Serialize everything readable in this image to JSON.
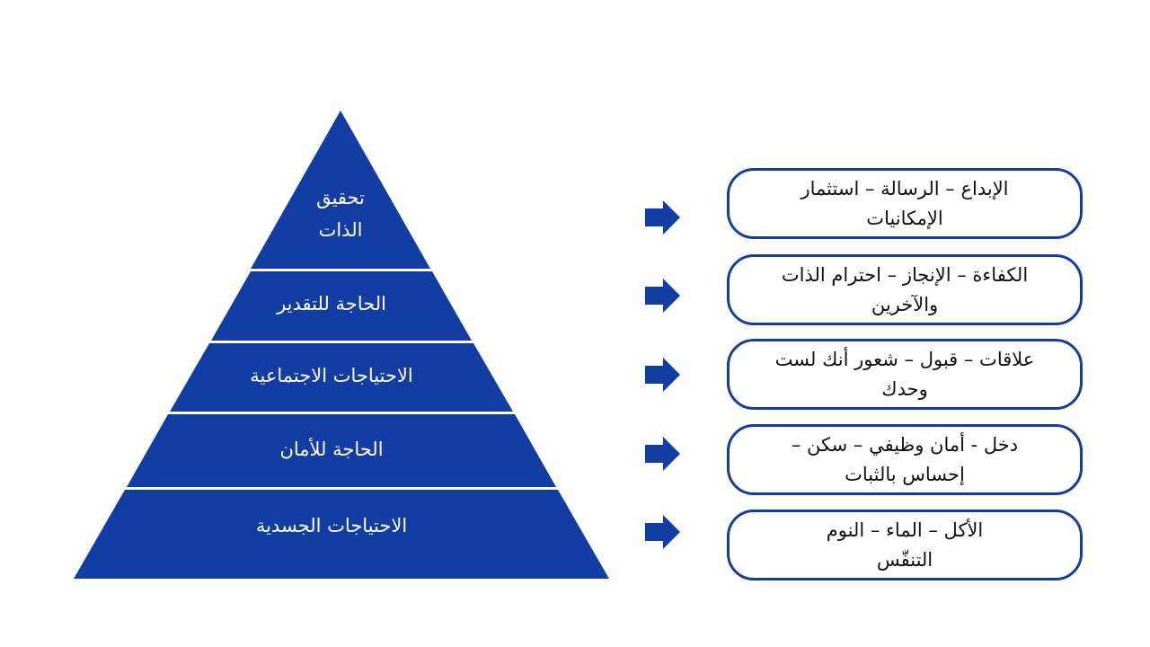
{
  "colors": {
    "pyramid_fill": "#123ea4",
    "pyramid_text": "#ffffff",
    "box_border": "#123ea4",
    "arrow_fill": "#123ea4"
  },
  "pyramid": {
    "levels": [
      {
        "lines": [
          "تحقيق",
          "الذات"
        ]
      },
      {
        "lines": [
          "الحاجة للتقدير"
        ]
      },
      {
        "lines": [
          "الاحتياجات الاجتماعية"
        ]
      },
      {
        "lines": [
          "الحاجة للأمان"
        ]
      },
      {
        "lines": [
          "الاحتياجات الجسدية"
        ]
      }
    ]
  },
  "descriptions": [
    {
      "lines": [
        "الإبداع – الرسالة – استثمار",
        "الإمكانيات"
      ]
    },
    {
      "lines": [
        "الكفاءة – الإنجاز – احترام الذات",
        "والآخرين"
      ]
    },
    {
      "lines": [
        "علاقات – قبول – شعور أنك لست",
        "وحدك"
      ]
    },
    {
      "lines": [
        "دخل - أمان وظيفي – سكن –",
        "إحساس بالثبات"
      ]
    },
    {
      "lines": [
        "الأكل – الماء – النوم",
        "التنفّس"
      ]
    }
  ],
  "arrow_icon": "right-arrow-icon"
}
